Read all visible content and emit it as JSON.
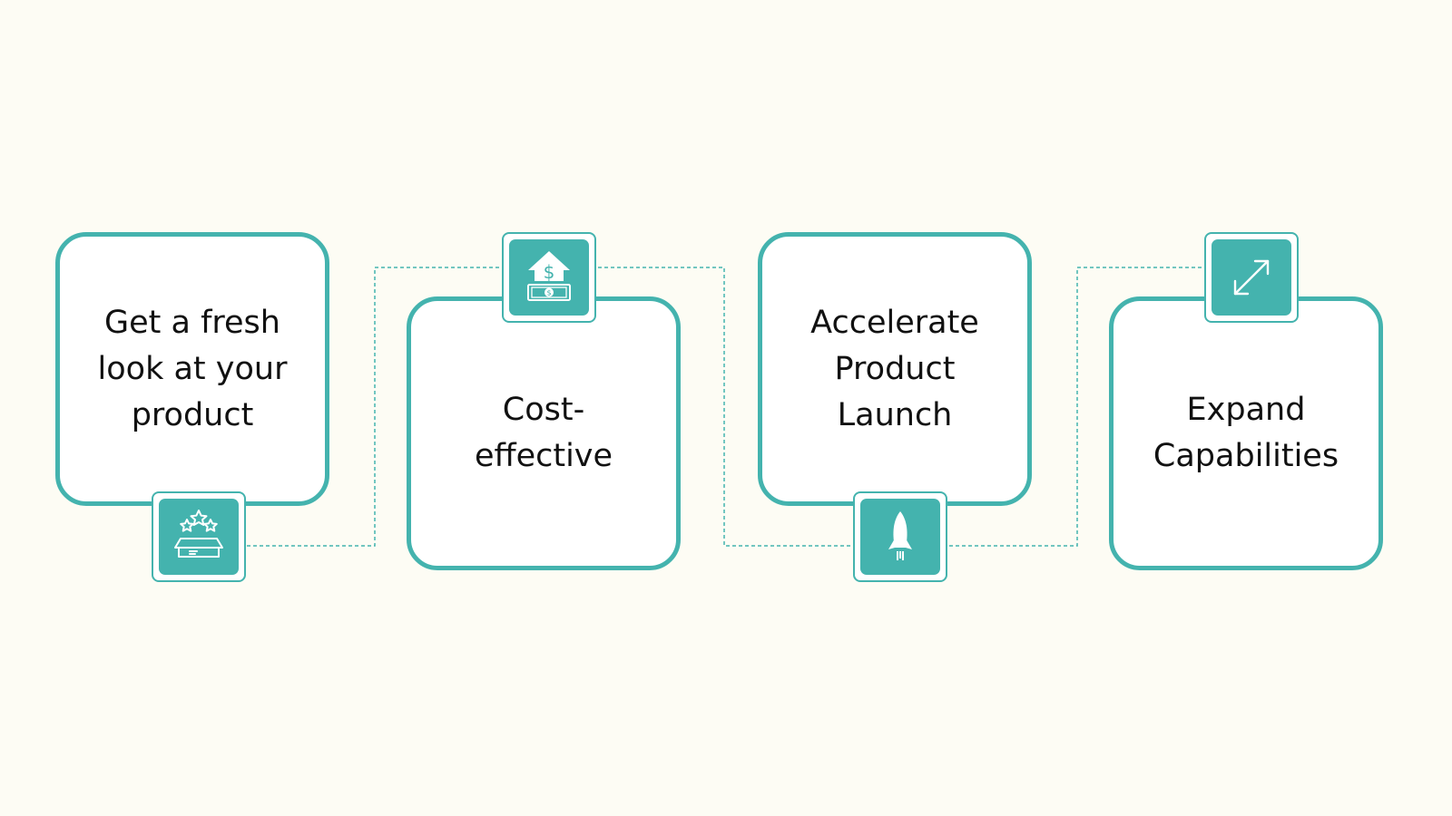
{
  "colors": {
    "background": "#fdfcf4",
    "accent": "#44b3ae",
    "card_fill": "#ffffff",
    "text": "#111111"
  },
  "steps": [
    {
      "label": "Get a fresh\nlook at your\nproduct",
      "icon": "box-stars-icon"
    },
    {
      "label": "Cost-\neffective",
      "icon": "house-dollar-icon"
    },
    {
      "label": "Accelerate\nProduct\nLaunch",
      "icon": "rocket-icon"
    },
    {
      "label": "Expand\nCapabilities",
      "icon": "expand-arrows-icon"
    }
  ]
}
